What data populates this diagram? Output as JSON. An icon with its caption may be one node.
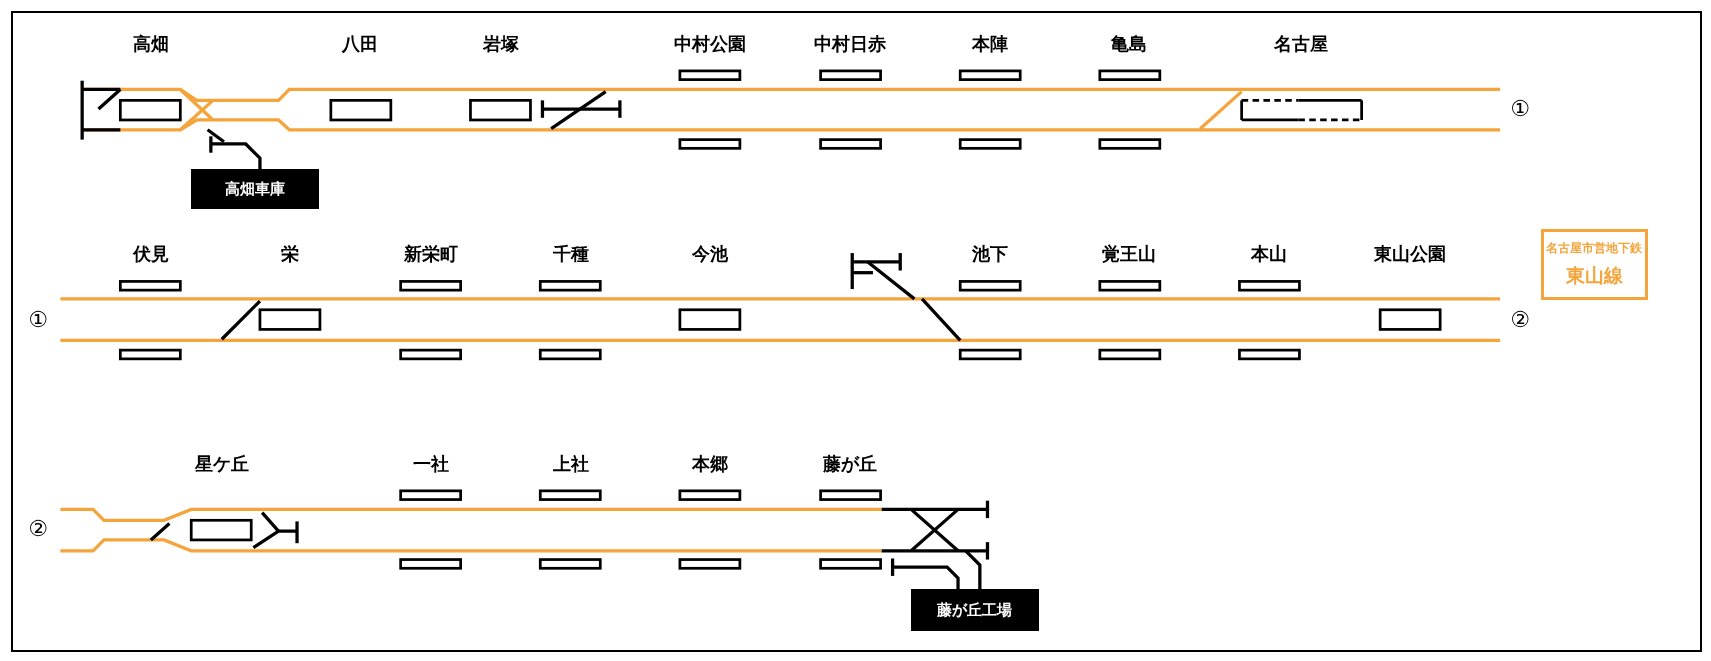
{
  "diagram": {
    "nodes": [
      {
        "text": [
          "高畑車庫"
        ]
      },
      {
        "text": [
          "名古屋市営地下鉄",
          "東山線"
        ]
      },
      {
        "text": [
          "藤が丘工場"
        ]
      }
    ],
    "labels": [
      "高畑",
      "八田",
      "岩塚",
      "中村公園",
      "中村日赤",
      "本陣",
      "亀島",
      "名古屋",
      "①",
      "伏見",
      "栄",
      "新栄町",
      "千種",
      "今池",
      "池下",
      "覚王山",
      "本山",
      "東山公園",
      "①",
      "②",
      "星ケ丘",
      "一社",
      "上社",
      "本郷",
      "藤が丘",
      "②"
    ]
  }
}
